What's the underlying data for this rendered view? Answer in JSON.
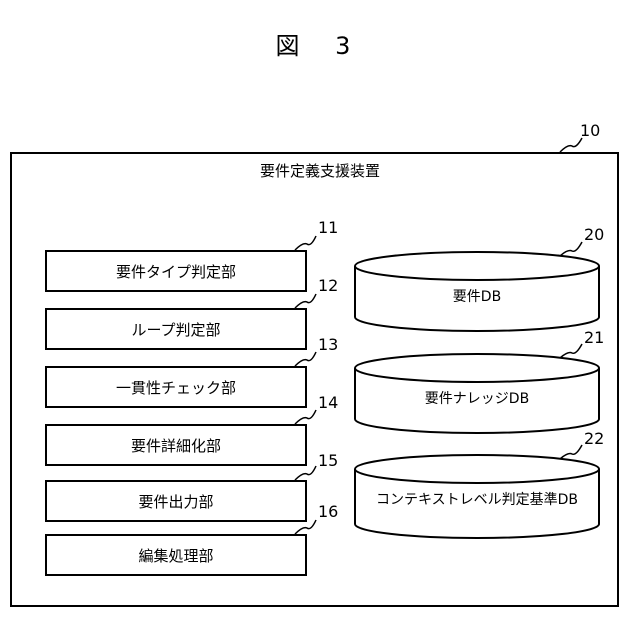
{
  "figure": {
    "title": "図 3"
  },
  "apparatus": {
    "label": "要件定義支援装置",
    "ref": "10"
  },
  "units": [
    {
      "label": "要件タイプ判定部",
      "ref": "11"
    },
    {
      "label": "ループ判定部",
      "ref": "12"
    },
    {
      "label": "一貫性チェック部",
      "ref": "13"
    },
    {
      "label": "要件詳細化部",
      "ref": "14"
    },
    {
      "label": "要件出力部",
      "ref": "15"
    },
    {
      "label": "編集処理部",
      "ref": "16"
    }
  ],
  "databases": [
    {
      "label": "要件DB",
      "ref": "20"
    },
    {
      "label": "要件ナレッジDB",
      "ref": "21"
    },
    {
      "label": "コンテキストレベル判定基準DB",
      "ref": "22"
    }
  ],
  "colors": {
    "stroke": "#000000",
    "background": "#ffffff"
  }
}
